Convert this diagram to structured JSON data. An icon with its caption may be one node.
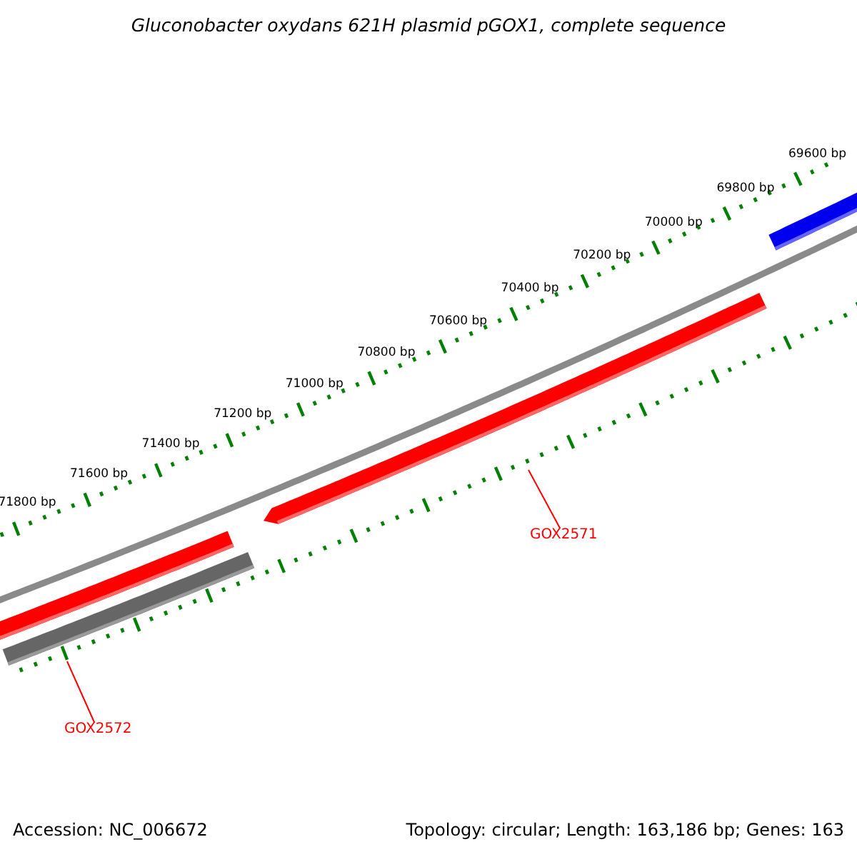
{
  "diagram": {
    "title": "Gluconobacter oxydans 621H plasmid pGOX1, complete sequence",
    "nodes": [
      {
        "text": [
          "GOX2571"
        ]
      },
      {
        "text": [
          "GOX2572"
        ]
      }
    ],
    "edges": [
      {
        "from": 0,
        "to": null,
        "arrow": "none",
        "color": "#ff0000"
      },
      {
        "from": 1,
        "to": null,
        "arrow": "none",
        "color": "#ff0000"
      }
    ],
    "labels": [
      "69600 bp",
      "69800 bp",
      "70000 bp",
      "70200 bp",
      "70400 bp",
      "70600 bp",
      "70800 bp",
      "71000 bp",
      "71200 bp",
      "71400 bp",
      "71600 bp",
      "71800 bp",
      "Accession: NC_006672",
      "Topology: circular; Length: 163,186 bp; Genes: 163"
    ]
  }
}
